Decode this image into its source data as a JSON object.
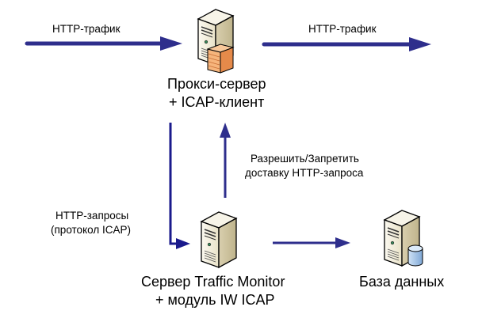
{
  "colors": {
    "arrow_thick": "#2e2e8c",
    "arrow_thin": "#1a1a8c",
    "server_front": "#f3efe1",
    "server_side": "#d8cfae",
    "firewall": "#f2a86a",
    "database": "#a9c9ea"
  },
  "labels": {
    "http_traffic_in": "HTTP-трафик",
    "http_traffic_out": "HTTP-трафик",
    "proxy_line1": "Прокси-сервер",
    "proxy_line2": "+ ICAP-клиент",
    "allow_deny_line1": "Разрешить/Запретить",
    "allow_deny_line2": "доставку HTTP-запроса",
    "http_requests_line1": "HTTP-запросы",
    "http_requests_line2": "(протокол ICAP)",
    "tm_line1": "Сервер Traffic Monitor",
    "tm_line2": "+ модуль IW ICAP",
    "db": "База данных"
  },
  "nodes": [
    {
      "id": "proxy",
      "icon": "server-firewall-icon"
    },
    {
      "id": "traffic-monitor",
      "icon": "server-icon"
    },
    {
      "id": "database",
      "icon": "server-database-icon"
    }
  ]
}
